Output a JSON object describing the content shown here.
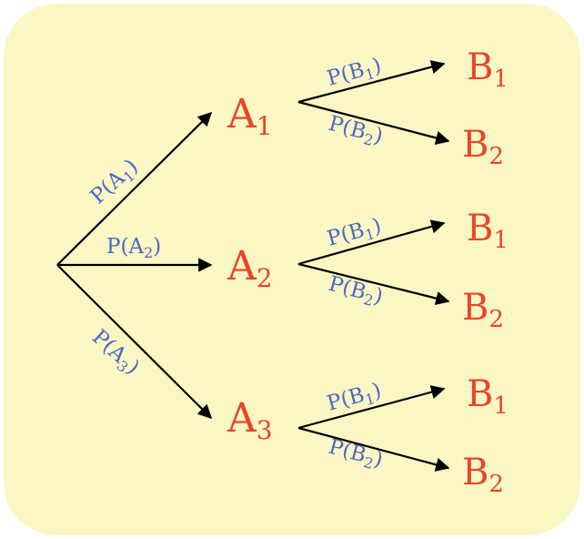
{
  "colors": {
    "background": "#fbf7c4",
    "node": "#e8452a",
    "probability": "#4a67c7",
    "edge": "#000000"
  },
  "first_level": [
    {
      "name": "A",
      "sub": "1",
      "prob_name": "P(A",
      "prob_sub": "1",
      "prob_close": ")"
    },
    {
      "name": "A",
      "sub": "2",
      "prob_name": "P(A",
      "prob_sub": "2",
      "prob_close": ")"
    },
    {
      "name": "A",
      "sub": "3",
      "prob_name": "P(A",
      "prob_sub": "3",
      "prob_close": ")"
    }
  ],
  "second_level": [
    [
      {
        "name": "B",
        "sub": "1",
        "prob_name": "P(B",
        "prob_sub": "1",
        "prob_close": ")"
      },
      {
        "name": "B",
        "sub": "2",
        "prob_name": "P(B",
        "prob_sub": "2",
        "prob_close": ")"
      }
    ],
    [
      {
        "name": "B",
        "sub": "1",
        "prob_name": "P(B",
        "prob_sub": "1",
        "prob_close": ")"
      },
      {
        "name": "B",
        "sub": "2",
        "prob_name": "P(B",
        "prob_sub": "2",
        "prob_close": ")"
      }
    ],
    [
      {
        "name": "B",
        "sub": "1",
        "prob_name": "P(B",
        "prob_sub": "1",
        "prob_close": ")"
      },
      {
        "name": "B",
        "sub": "2",
        "prob_name": "P(B",
        "prob_sub": "2",
        "prob_close": ")"
      }
    ]
  ]
}
